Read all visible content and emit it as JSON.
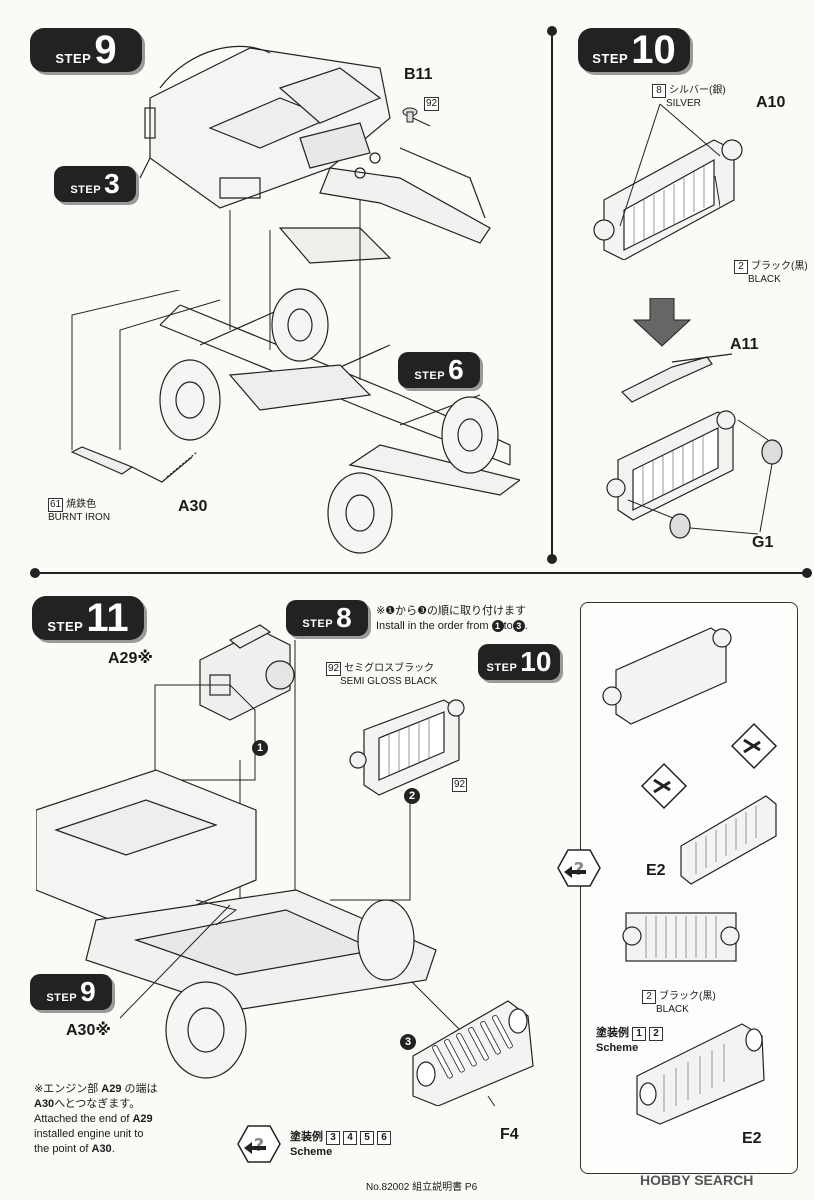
{
  "steps": {
    "s9": {
      "word": "STEP",
      "num": "9"
    },
    "s10": {
      "word": "STEP",
      "num": "10"
    },
    "s3": {
      "word": "STEP",
      "num": "3"
    },
    "s6": {
      "word": "STEP",
      "num": "6"
    },
    "s11": {
      "word": "STEP",
      "num": "11"
    },
    "s8": {
      "word": "STEP",
      "num": "8"
    },
    "s10b": {
      "word": "STEP",
      "num": "10"
    },
    "s9b": {
      "word": "STEP",
      "num": "9"
    }
  },
  "step9": {
    "b11": "B11",
    "b11_color": "92",
    "a30": "A30",
    "burnt_code": "61",
    "burnt_jp": "焼鉄色",
    "burnt_en": "BURNT IRON"
  },
  "step10": {
    "a10": "A10",
    "silver_code": "8",
    "silver_jp": "シルバー(銀)",
    "silver_en": "SILVER",
    "black_code": "2",
    "black_jp": "ブラック(黒)",
    "black_en": "BLACK",
    "a11": "A11",
    "g1": "G1"
  },
  "step11": {
    "a29": "A29※",
    "order_jp": "※❶から❸の順に取り付けます",
    "order_en_a": "Install in the order from",
    "order_en_b": "to",
    "o1": "1",
    "o2": "2",
    "o3": "3",
    "sg_code": "92",
    "sg_jp": "セミグロスブラック",
    "sg_en": "SEMI GLOSS BLACK",
    "code92": "92",
    "a30x": "A30※",
    "f4": "F4",
    "note_jp1": "※エンジン部",
    "note_a29": "A29",
    "note_jp2": "の端は",
    "note_a30": "A30",
    "note_jp3": "へとつなぎます。",
    "note_en1": "Attached the end of",
    "note_en_a29": "A29",
    "note_en2": "installed engine unit to",
    "note_en3": "the point of",
    "note_en_a30": "A30",
    "scheme_jp": "塗装例",
    "scheme_nums": [
      "3",
      "4",
      "5",
      "6"
    ],
    "scheme_en": "Scheme"
  },
  "sidepanel": {
    "e2a": "E2",
    "black_code": "2",
    "black_jp": "ブラック(黒)",
    "black_en": "BLACK",
    "scheme_jp": "塗装例",
    "scheme_nums": [
      "1",
      "2"
    ],
    "scheme_en": "Scheme",
    "e2b": "E2"
  },
  "footer": {
    "doc": "No.82002 組立説明書 P6",
    "brand": "HOBBY SEARCH"
  }
}
